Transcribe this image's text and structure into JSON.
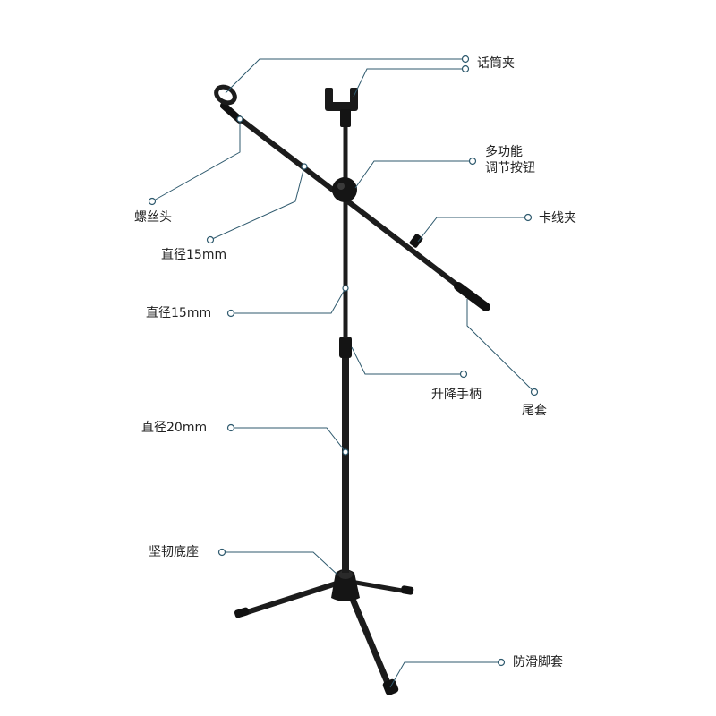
{
  "colors": {
    "leader": "#2f5a6e",
    "stand": "#1c1c1c",
    "text": "#222222"
  },
  "labels": {
    "mic_clip": "话筒夹",
    "multi_knob_line1": "多功能",
    "multi_knob_line2": "调节按钮",
    "cable_clip": "卡线夹",
    "screw_head": "螺丝头",
    "boom_diameter": "直径15mm",
    "upper_pole_diameter": "直径15mm",
    "lift_handle": "升降手柄",
    "tail_cap": "尾套",
    "lower_pole_diameter": "直径20mm",
    "base": "坚韧底座",
    "foot_cover": "防滑脚套"
  }
}
